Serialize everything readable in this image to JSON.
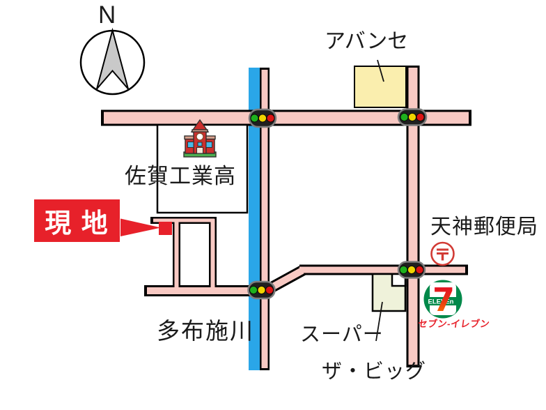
{
  "compass": {
    "label": "N"
  },
  "places": {
    "avanse": "アバンセ",
    "school": "佐賀工業高",
    "site": "現 地",
    "post_office": "天神郵便局",
    "river": "多布施川",
    "supermarket_line1": "スーパー",
    "supermarket_line2": "ザ・ビッグ"
  },
  "seven_eleven": {
    "seven": "7",
    "eleven": "ELEVEn",
    "katakana": "セブン-イレブン"
  },
  "colors": {
    "road": "#f8c9c3",
    "casing": "#000000",
    "river": "#2aa6e8",
    "site_red": "#e7212a",
    "avanse_fill": "#faeeae",
    "super_fill": "#eff2da",
    "postal_red": "#d23b35",
    "seven_green": "#00894a",
    "seven_red": "#e4002b",
    "seven_orange": "#ff8300",
    "signal_green": "#1eb01e",
    "signal_yellow": "#f0d400",
    "signal_red": "#dc1414",
    "compass_gray": "#c9c9c9"
  }
}
